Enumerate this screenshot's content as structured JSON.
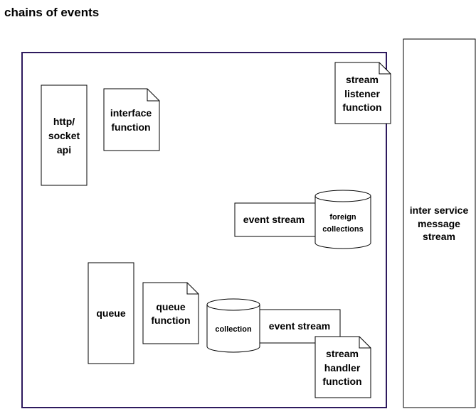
{
  "title": "chains of events",
  "nodes": {
    "http_api": [
      "http/",
      "socket",
      "api"
    ],
    "interface_function": [
      "interface",
      "function"
    ],
    "stream_listener_function": [
      "stream",
      "listener",
      "function"
    ],
    "inter_service_stream": [
      "inter service",
      "message",
      "stream"
    ],
    "event_stream_top": "event stream",
    "foreign_collections": [
      "foreign",
      "collections"
    ],
    "queue": "queue",
    "queue_function": [
      "queue",
      "function"
    ],
    "collection": "collection",
    "event_stream_bottom": "event stream",
    "stream_handler_function": [
      "stream",
      "handler",
      "function"
    ]
  },
  "colors": {
    "service_border": "#2e1a5e",
    "stroke": "#000000"
  }
}
